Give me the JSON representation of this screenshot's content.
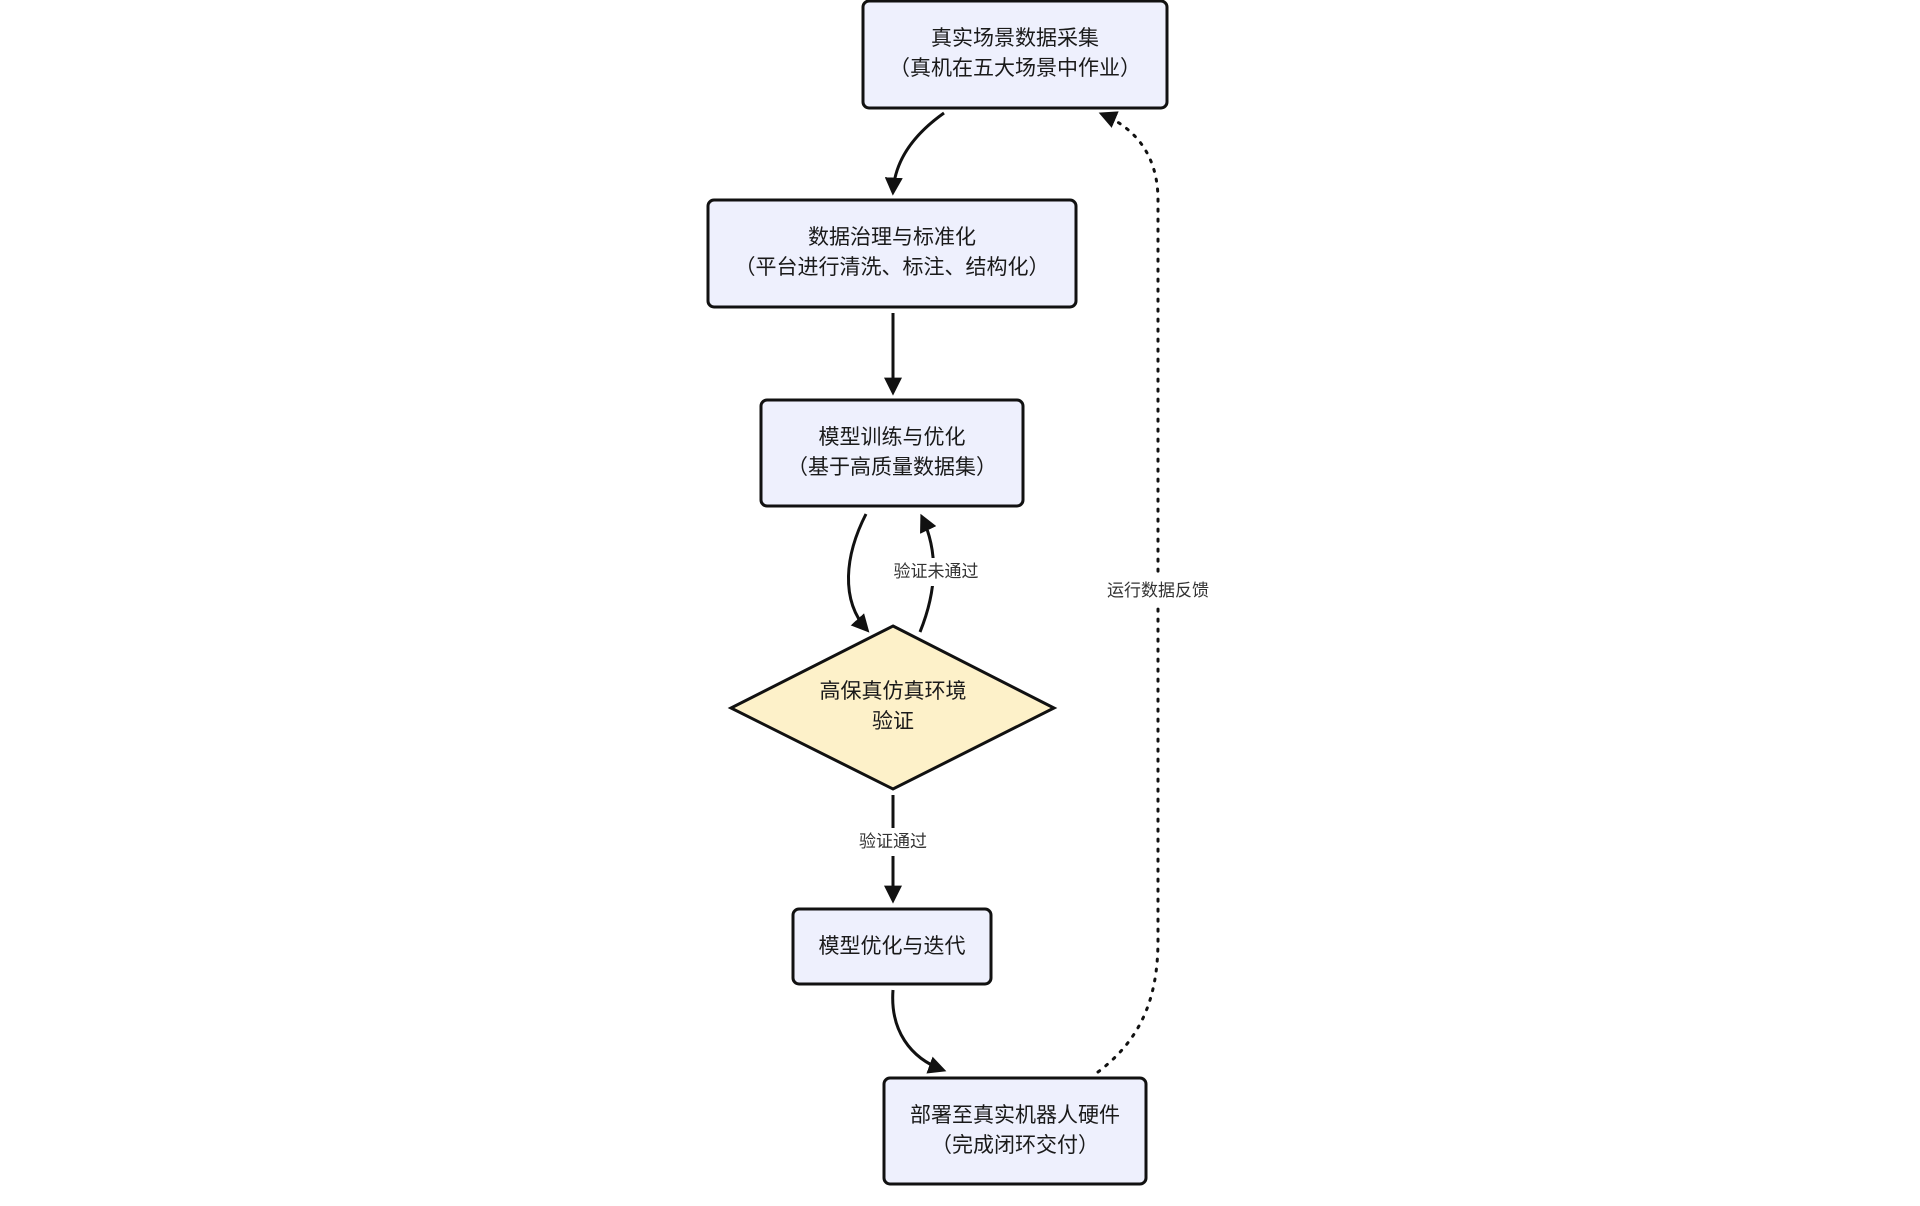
{
  "nodes": {
    "collect": {
      "line1": "真实场景数据采集",
      "line2": "（真机在五大场景中作业）"
    },
    "govern": {
      "line1": "数据治理与标准化",
      "line2": "（平台进行清洗、标注、结构化）"
    },
    "train": {
      "line1": "模型训练与优化",
      "line2": "（基于高质量数据集）"
    },
    "verify": {
      "line1": "高保真仿真环境",
      "line2": "验证"
    },
    "iterate": {
      "line1": "模型优化与迭代"
    },
    "deploy": {
      "line1": "部署至真实机器人硬件",
      "line2": "（完成闭环交付）"
    }
  },
  "edges": {
    "fail_label": "验证未通过",
    "pass_label": "验证通过",
    "feedback_label": "运行数据反馈"
  },
  "colors": {
    "process_fill": "#eef0fd",
    "decision_fill": "#fdf1c9",
    "stroke": "#111111"
  }
}
